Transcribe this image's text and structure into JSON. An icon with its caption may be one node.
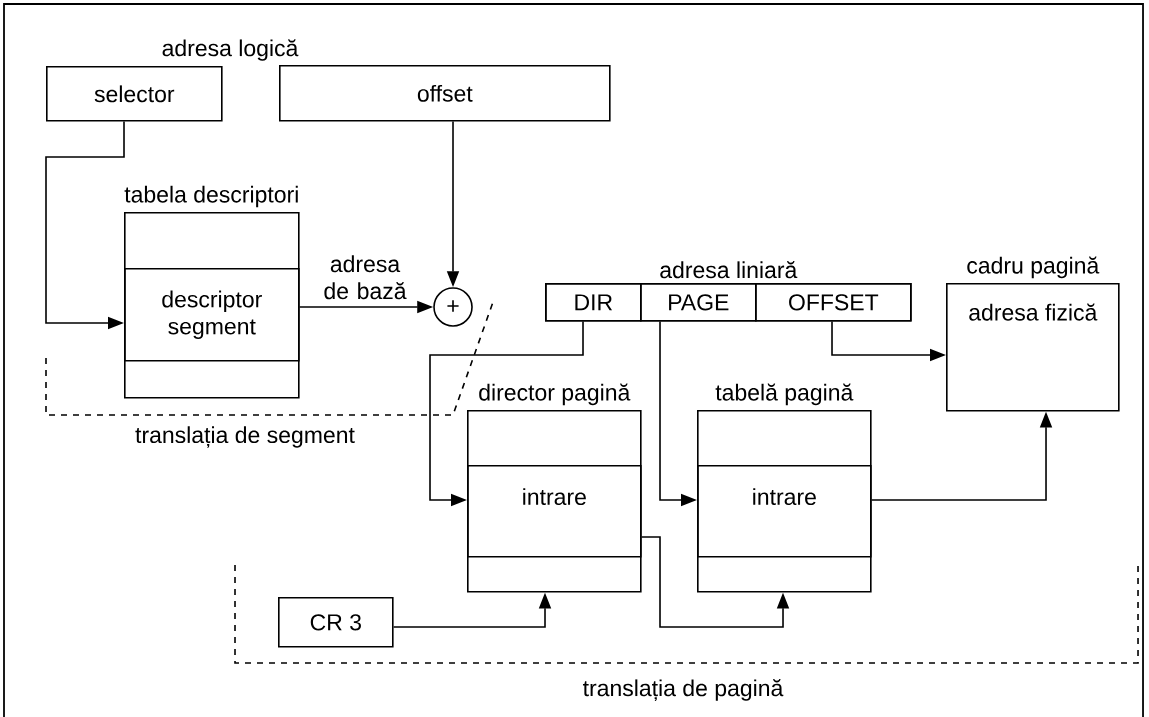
{
  "diagram": {
    "nodes": [
      {
        "text": [
          "selector"
        ]
      },
      {
        "text": [
          "offset"
        ]
      },
      {
        "text": [
          "tabela descriptori"
        ]
      },
      {
        "text": [
          "descriptor segment"
        ],
        "in": 2
      },
      {
        "text": [
          "+"
        ]
      },
      {
        "text": [
          "adresa liniară"
        ]
      },
      {
        "text": [
          "DIR"
        ],
        "in": 5
      },
      {
        "text": [
          "PAGE"
        ],
        "in": 5
      },
      {
        "text": [
          "OFFSET"
        ],
        "in": 5
      },
      {
        "text": [
          "cadru pagină",
          "adresa fizică"
        ]
      },
      {
        "text": [
          "director pagină"
        ]
      },
      {
        "text": [
          "intrare"
        ],
        "in": 10
      },
      {
        "text": [
          "tabelă pagină"
        ]
      },
      {
        "text": [
          "intrare"
        ],
        "in": 12
      },
      {
        "text": [
          "CR 3"
        ]
      }
    ],
    "edges": [
      {
        "from": 0,
        "to": 3,
        "arrow": "to"
      },
      {
        "from": 3,
        "to": 4,
        "arrow": "to",
        "label": "adresa de bază"
      },
      {
        "from": 1,
        "to": 4,
        "arrow": "to"
      },
      {
        "from": 6,
        "to": 11,
        "arrow": "to"
      },
      {
        "from": 7,
        "to": 13,
        "arrow": "to"
      },
      {
        "from": 8,
        "to": 9,
        "arrow": "to"
      },
      {
        "from": 14,
        "to": 10,
        "arrow": "to"
      },
      {
        "from": 10,
        "to": 12,
        "arrow": "to"
      },
      {
        "from": 13,
        "to": 9,
        "arrow": "to"
      }
    ],
    "labels": [
      "adresa logică",
      "translația de segment",
      "translația de pagină"
    ]
  }
}
